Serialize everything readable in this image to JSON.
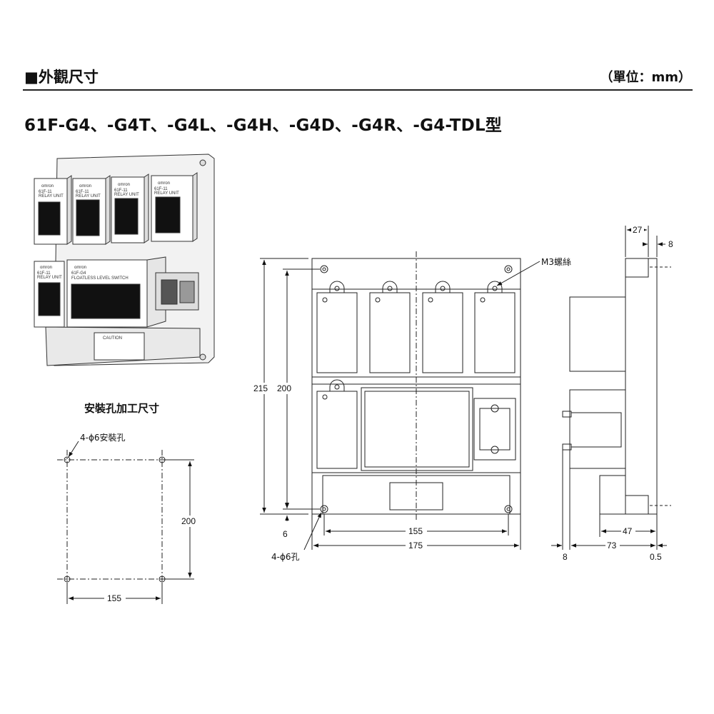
{
  "header": {
    "section_title": "■外觀尺寸",
    "unit_label": "（單位：mm）",
    "model_title": "61F-G4、-G4T、-G4L、-G4H、-G4D、-G4R、-G4-TDL型"
  },
  "product_illustration": {
    "brand": "omron",
    "relay_model": "61F-11",
    "relay_caption": "RELAY UNIT",
    "main_model": "61F-G4",
    "main_caption": "FLOATLESS LEVEL SWITCH",
    "caution_label": "CAUTION"
  },
  "mounting_holes": {
    "title": "安裝孔加工尺寸",
    "hole_callout": "4-ϕ6安裝孔",
    "dim_height": "200",
    "dim_width": "155"
  },
  "front_view": {
    "dim_total_height": "215",
    "dim_inner_height": "200",
    "dim_offset": "6",
    "dim_hole_pitch": "155",
    "dim_total_width": "175",
    "screw_callout": "M3螺絲",
    "hole_callout": "4-ϕ6孔"
  },
  "side_view": {
    "dim_top_depth": "27",
    "dim_top_flange": "8",
    "dim_base_depth": "47",
    "dim_total_depth": "73",
    "dim_left_offset": "8",
    "dim_plate": "0.5"
  }
}
